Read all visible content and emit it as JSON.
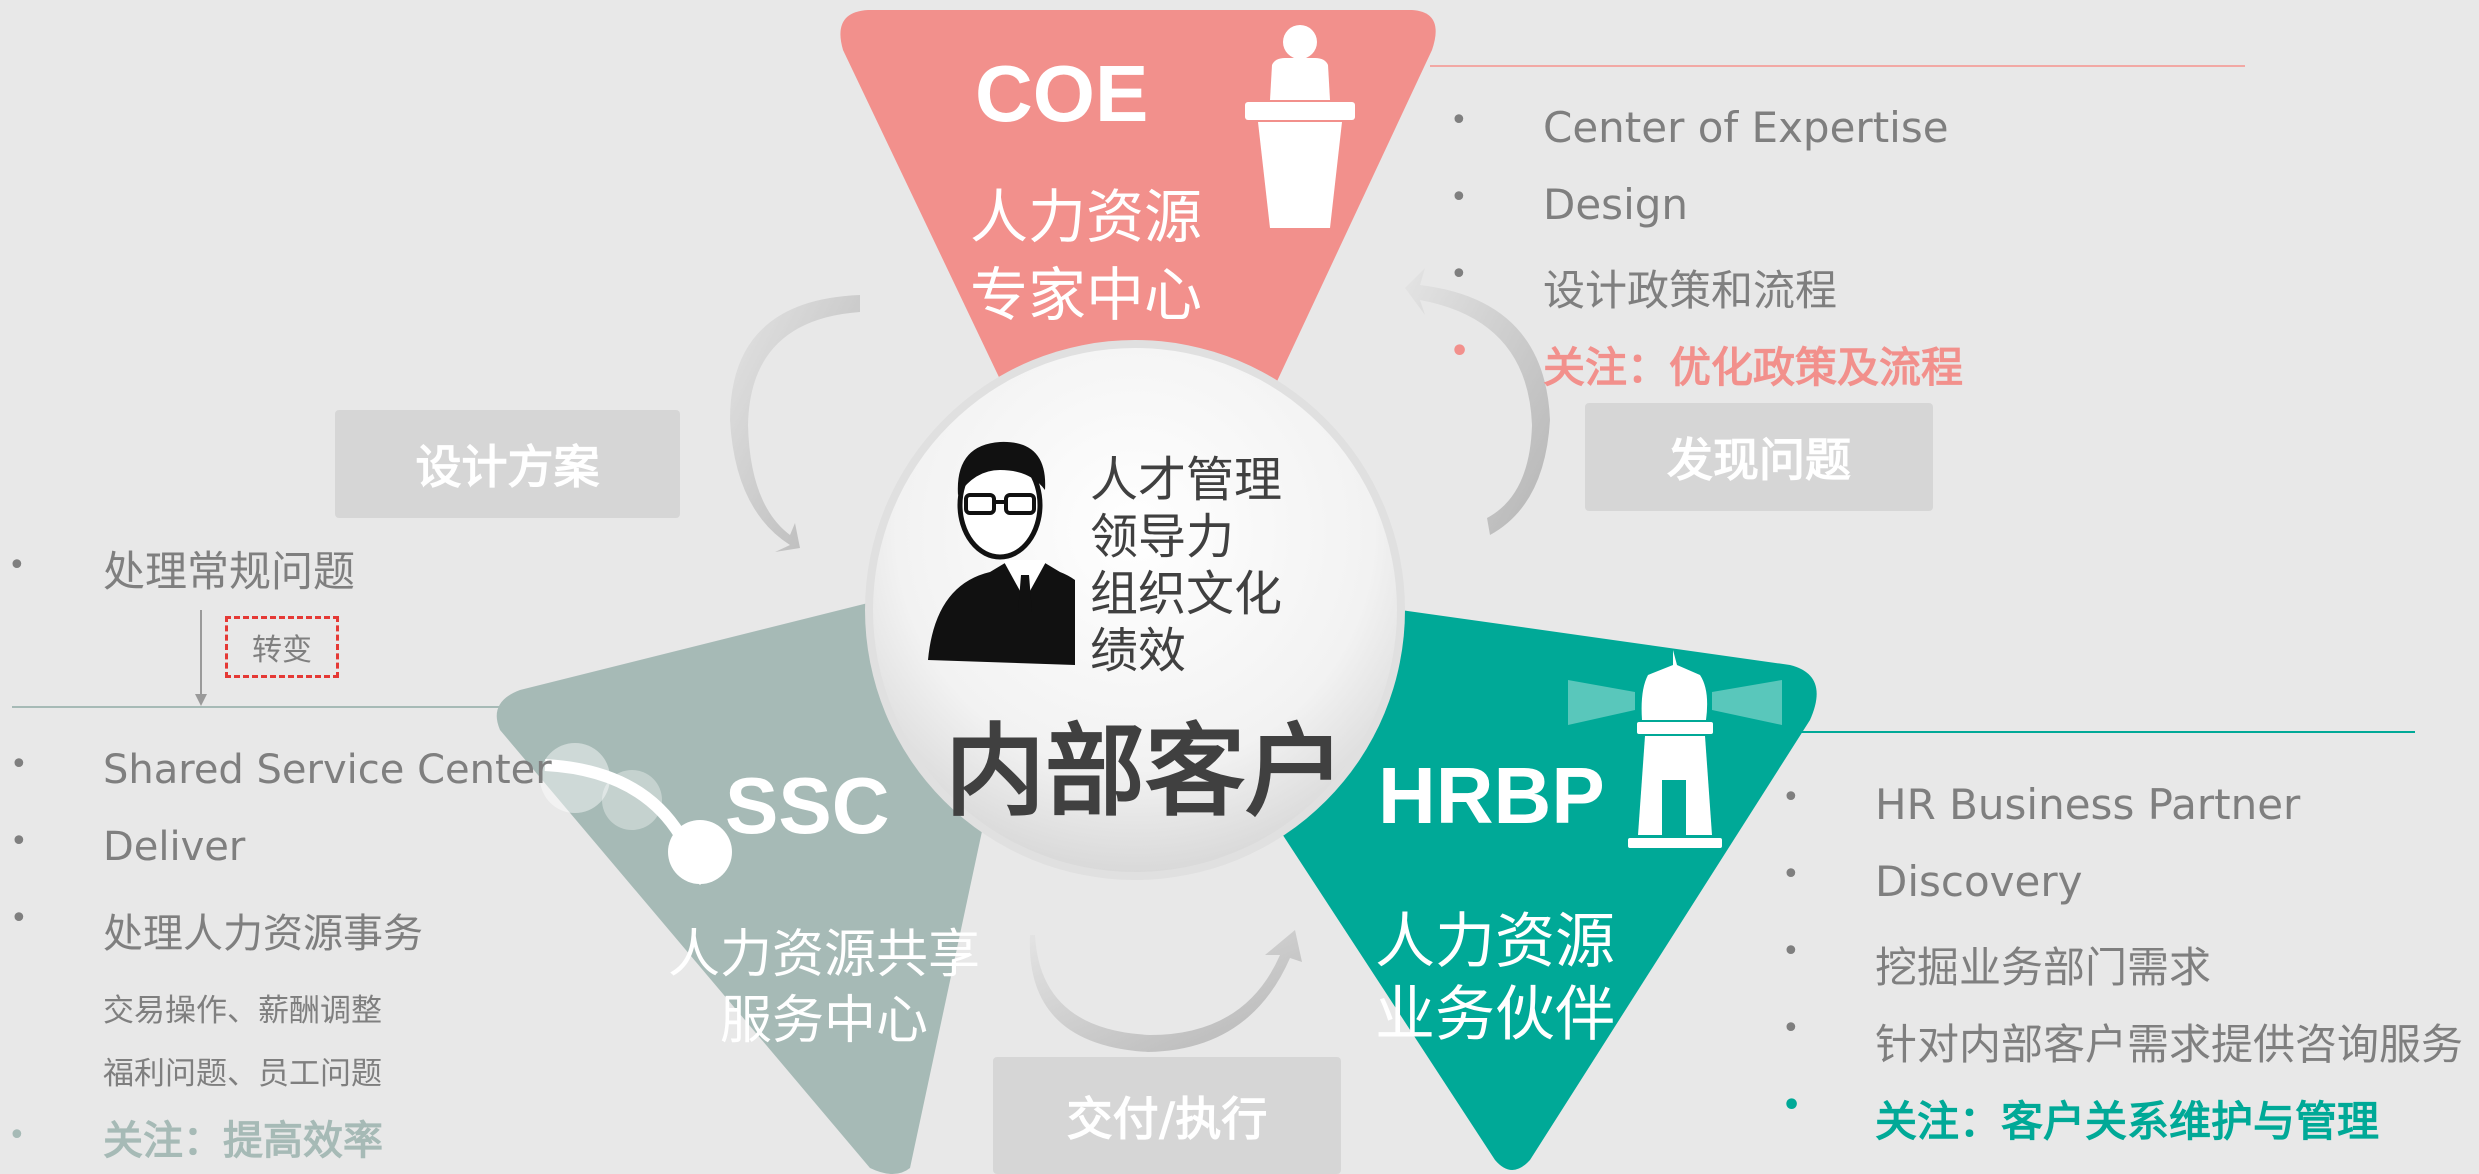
{
  "colors": {
    "coe": "#f2908c",
    "ssc": "#a6bab6",
    "hrbp": "#00a997",
    "gray_text": "#7f7f7f",
    "dark_text": "#404040"
  },
  "coe": {
    "abbr": "COE",
    "title_line1": "人力资源",
    "title_line2": "专家中心",
    "icon": "podium-person-icon",
    "bullets": [
      "Center of Expertise",
      "Design",
      "设计政策和流程"
    ],
    "focus": "关注：优化政策及流程"
  },
  "ssc": {
    "abbr": "SSC",
    "title_line1": "人力资源共享",
    "title_line2": "服务中心",
    "icon": "toggle-switch-icon",
    "top_bullet": "处理常规问题",
    "change_label": "转变",
    "bullets": [
      "Shared Service Center",
      "Deliver",
      "处理人力资源事务"
    ],
    "sub_lines": [
      "交易操作、薪酬调整",
      "福利问题、员工问题"
    ],
    "focus": "关注：提高效率"
  },
  "hrbp": {
    "abbr": "HRBP",
    "title_line1": "人力资源",
    "title_line2": "业务伙伴",
    "icon": "lighthouse-icon",
    "bullets": [
      "HR Business Partner",
      "Discovery",
      "挖掘业务部门需求",
      "针对内部客户需求提供咨询服务"
    ],
    "focus": "关注：客户关系维护与管理"
  },
  "center": {
    "icon": "businessman-icon",
    "topics": [
      "人才管理",
      "领导力",
      "组织文化",
      "绩效"
    ],
    "title": "内部客户"
  },
  "flows": {
    "design": "设计方案",
    "discover": "发现问题",
    "deliver": "交付/执行"
  }
}
